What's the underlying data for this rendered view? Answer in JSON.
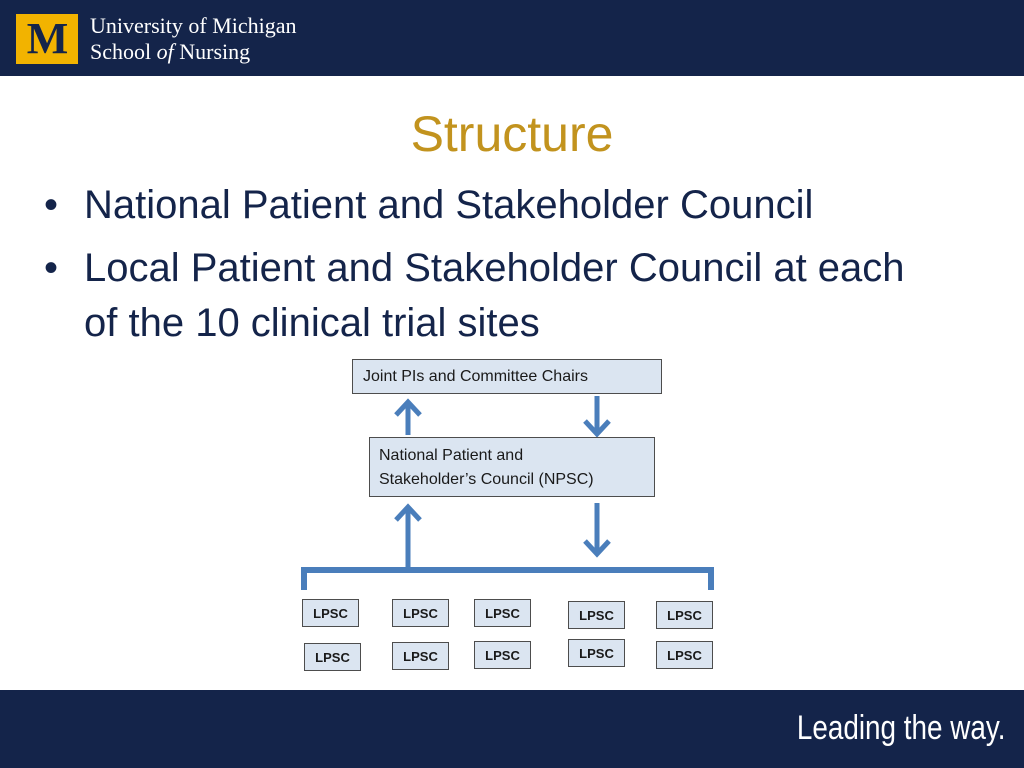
{
  "header": {
    "logo_letter": "M",
    "org_line1": "University of Michigan",
    "org_line2_a": "School ",
    "org_line2_of": "of",
    "org_line2_b": " Nursing",
    "brand_colors": {
      "navy": "#14244a",
      "maize": "#f2b300"
    }
  },
  "slide": {
    "title": "Structure",
    "title_color": "#c2931e",
    "bullets": [
      {
        "marker": "•",
        "text": "National Patient and Stakeholder Council"
      },
      {
        "marker": "•",
        "text": "Local Patient and Stakeholder Council at each of the 10 clinical trial sites"
      }
    ]
  },
  "diagram": {
    "top_box": "Joint PIs and Committee Chairs",
    "npsc_line1": "National Patient and",
    "npsc_line2": "Stakeholder’s Council (NPSC)",
    "lpsc_labels": [
      "LPSC",
      "LPSC",
      "LPSC",
      "LPSC",
      "LPSC",
      "LPSC",
      "LPSC",
      "LPSC",
      "LPSC",
      "LPSC"
    ],
    "box_fill": "#dbe5f1",
    "arrow_color": "#4a7ebb"
  },
  "footer": {
    "tagline": "Leading the way."
  }
}
